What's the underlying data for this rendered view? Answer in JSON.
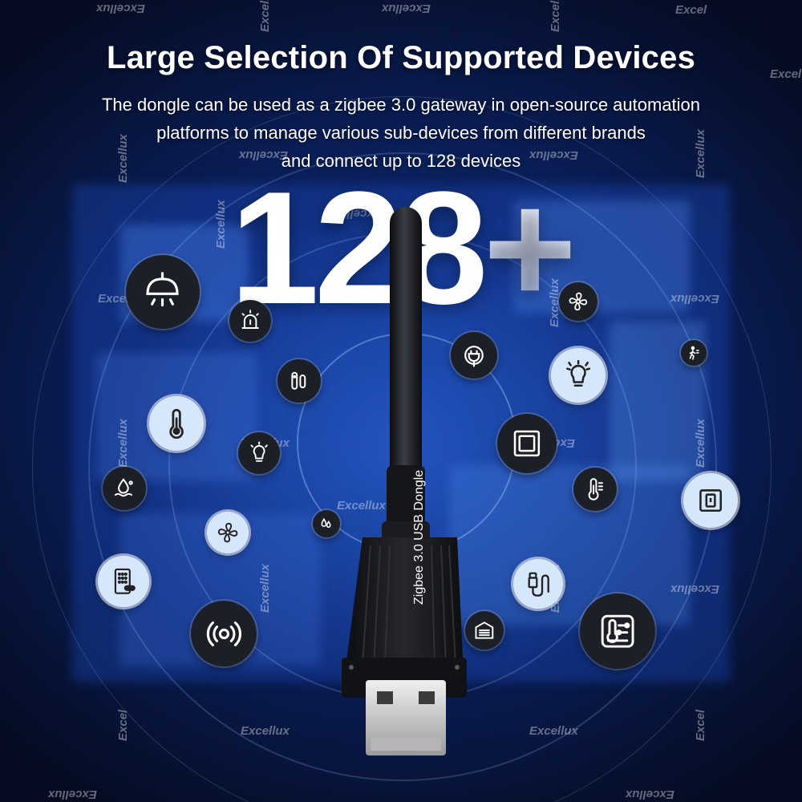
{
  "header": {
    "title": "Large Selection Of Supported Devices",
    "subtitle_lines": [
      "The dongle can be used as a zigbee 3.0 gateway in open-source automation",
      "platforms to manage various sub-devices from different brands",
      "and connect up to 128 devices"
    ]
  },
  "hero": {
    "number": "128",
    "plus": "+"
  },
  "product": {
    "label": "Zigbee 3.0 USB Dongle"
  },
  "watermark": "Excellux",
  "watermark_cut": "Excel",
  "colors": {
    "background": "#0a1d55",
    "icon_dark": "#1c1f26",
    "icon_light": "#d7e7fb",
    "dongle": "#141517"
  },
  "icons": [
    "ceiling-lamp-icon",
    "alarm-siren-icon",
    "door-sensor-icon",
    "thermometer-icon",
    "smart-bulb-icon",
    "water-drop-icon",
    "fan-icon",
    "keypad-lock-icon",
    "wireless-signal-icon",
    "water-small-icon",
    "fan-small-icon",
    "smart-plug-icon",
    "light-bulb-icon",
    "motion-sensor-icon",
    "wall-switch-icon",
    "temperature-sensor-icon",
    "single-switch-icon",
    "usb-adapter-icon",
    "garage-door-icon",
    "climate-controller-icon"
  ]
}
